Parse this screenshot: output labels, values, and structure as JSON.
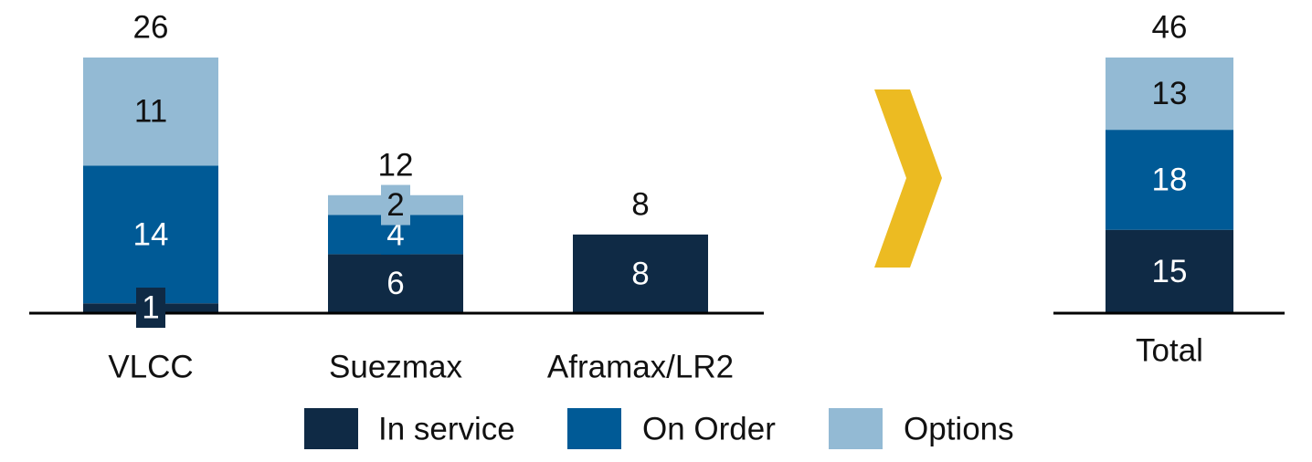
{
  "chart_data": {
    "type": "bar",
    "stacked": true,
    "title": "",
    "xlabel": "",
    "ylabel": "",
    "grid": false,
    "legend_position": "bottom",
    "categories": [
      "VLCC",
      "Suezmax",
      "Aframax/LR2"
    ],
    "series": [
      {
        "name": "In service",
        "values": [
          1,
          6,
          8
        ]
      },
      {
        "name": "On Order",
        "values": [
          14,
          4,
          0
        ]
      },
      {
        "name": "Options",
        "values": [
          11,
          2,
          0
        ]
      }
    ],
    "totals": [
      26,
      12,
      8
    ],
    "summary": {
      "category": "Total",
      "values": [
        15,
        18,
        13
      ],
      "total": 46
    },
    "colors": {
      "In service": "#0f2a45",
      "On Order": "#005a96",
      "Options": "#93bad4",
      "arrow": "#ecbb22",
      "axis": "#000000"
    },
    "icon": "chevron-right-icon"
  }
}
